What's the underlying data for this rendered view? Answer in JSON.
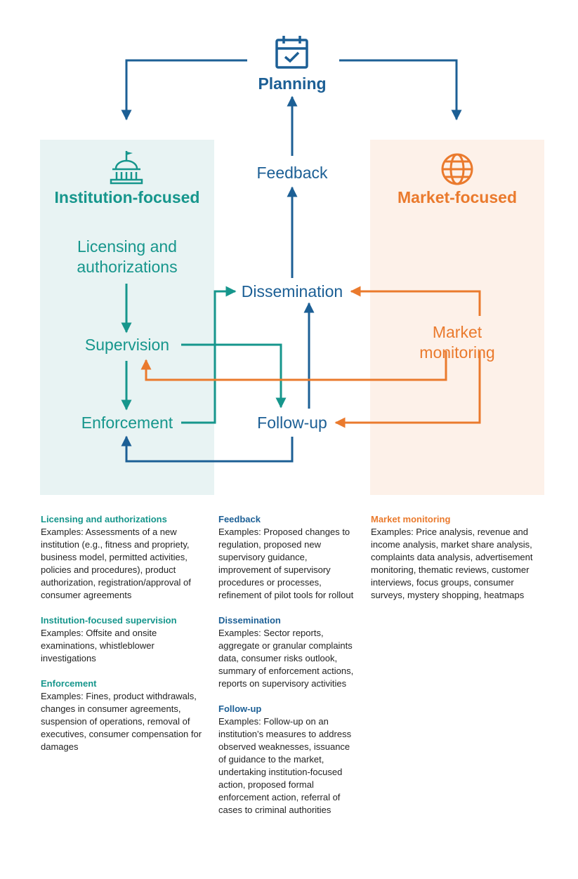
{
  "colors": {
    "teal": "#16968c",
    "blue": "#1c5f95",
    "orange": "#ea7a2d",
    "teal_bg": "#e8f3f3",
    "orange_bg": "#fdf1e9"
  },
  "icons": {
    "planning": "calendar-check-icon",
    "institution": "government-building-icon",
    "market": "globe-icon"
  },
  "diagram": {
    "planning": "Planning",
    "feedback": "Feedback",
    "dissemination": "Dissemination",
    "follow_up": "Follow-up",
    "institution_title": "Institution-focused",
    "market_title": "Market-focused",
    "licensing": "Licensing and authorizations",
    "supervision": "Supervision",
    "enforcement": "Enforcement",
    "market_monitoring": "Market monitoring"
  },
  "descriptions": {
    "licensing": {
      "title": "Licensing and authorizations",
      "text": "Examples: Assessments of a new institution (e.g., fitness and propriety, business model, permitted activities, policies and procedures), product authorization, registration/approval of consumer agreements"
    },
    "supervision": {
      "title": "Institution-focused supervision",
      "text": "Examples: Offsite and onsite examinations, whistleblower investigations"
    },
    "enforcement": {
      "title": "Enforcement",
      "text": "Examples: Fines, product withdrawals, changes in consumer agreements, suspension of operations, removal of executives, consumer compensation for damages"
    },
    "feedback": {
      "title": "Feedback",
      "text": "Examples: Proposed changes to regulation, proposed new supervisory guidance, improvement of supervisory procedures or processes, refinement of pilot tools for rollout"
    },
    "dissemination": {
      "title": "Dissemination",
      "text": "Examples: Sector reports, aggregate or granular complaints data, consumer risks outlook, summary of enforcement actions, reports on supervisory activities"
    },
    "follow_up": {
      "title": "Follow-up",
      "text": "Examples: Follow-up on an institution’s measures to address observed weaknesses, issuance of guidance to the market, undertaking institution-focused action, proposed formal enforcement action, referral of cases to criminal authorities"
    },
    "market_monitoring": {
      "title": "Market monitoring",
      "text": "Examples: Price analysis, revenue and income analysis, market share analysis, complaints data analysis, advertisement monitoring, thematic reviews, customer interviews, focus groups, consumer surveys, mystery shopping, heatmaps"
    }
  }
}
